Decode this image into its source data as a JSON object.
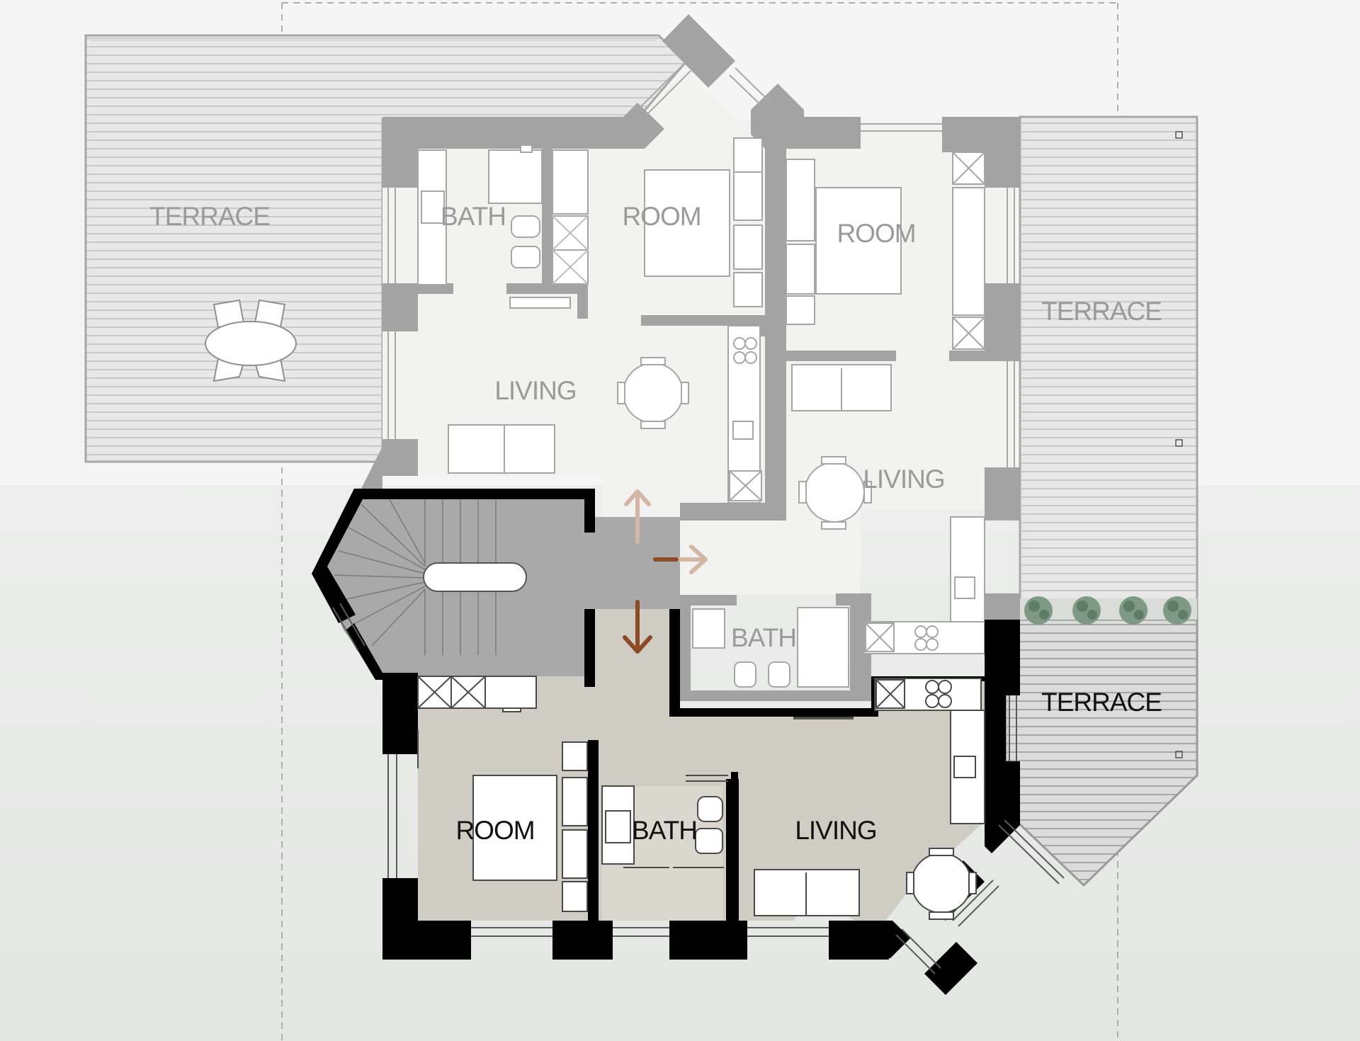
{
  "plan": {
    "labels": {
      "terrace_nw": "TERRACE",
      "terrace_e": "TERRACE",
      "terrace_se": "TERRACE",
      "bath_a": "BATH",
      "room_a": "ROOM",
      "room_b": "ROOM",
      "living_a": "LIVING",
      "living_b": "LIVING",
      "bath_b": "BATH",
      "room_c": "ROOM",
      "bath_c": "BATH",
      "living_c": "LIVING"
    },
    "colors": {
      "background": "#eceeed",
      "faded_floor": "#f2f2f0",
      "active_floor": "#cfcdc3",
      "stair_hall": "#aaaaaa",
      "wall_faded": "#a3a3a3",
      "wall_active": "#000000",
      "terrace_fill": "#e6e6e6",
      "terrace_line": "#b5b5b5",
      "arrow_primary": "#8c4a25",
      "arrow_faded": "#d2b8a4",
      "plants": "#7e9a84"
    },
    "arrows": [
      {
        "name": "arrow-up",
        "tone": "faded"
      },
      {
        "name": "arrow-right",
        "tone": "faded"
      },
      {
        "name": "arrow-down",
        "tone": "primary"
      }
    ]
  }
}
